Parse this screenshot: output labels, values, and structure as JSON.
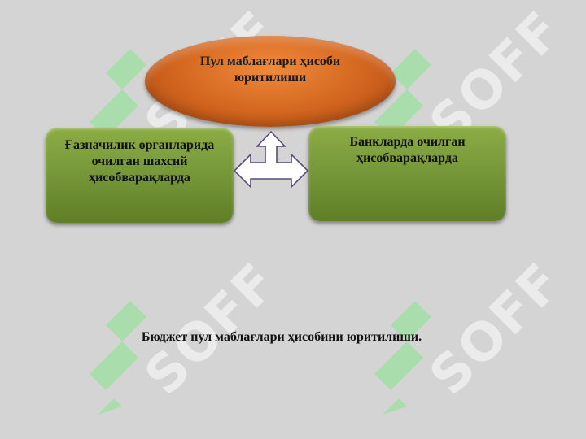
{
  "diagram": {
    "top_node": {
      "text": "Пул маблағлари ҳисоби юритилиши",
      "color": "#d2651f"
    },
    "left_node": {
      "text": "Ғазначилик органларида очилган шахсий ҳисобварақларда",
      "color": "#78993a"
    },
    "right_node": {
      "text": "Банкларда очилган ҳисобварақларда",
      "color": "#78993a"
    },
    "connector": {
      "icon": "three-way-arrow-icon"
    },
    "caption": "Бюджет пул маблағлари ҳисобини юритилиши."
  },
  "watermark": {
    "text": "SOFF"
  }
}
